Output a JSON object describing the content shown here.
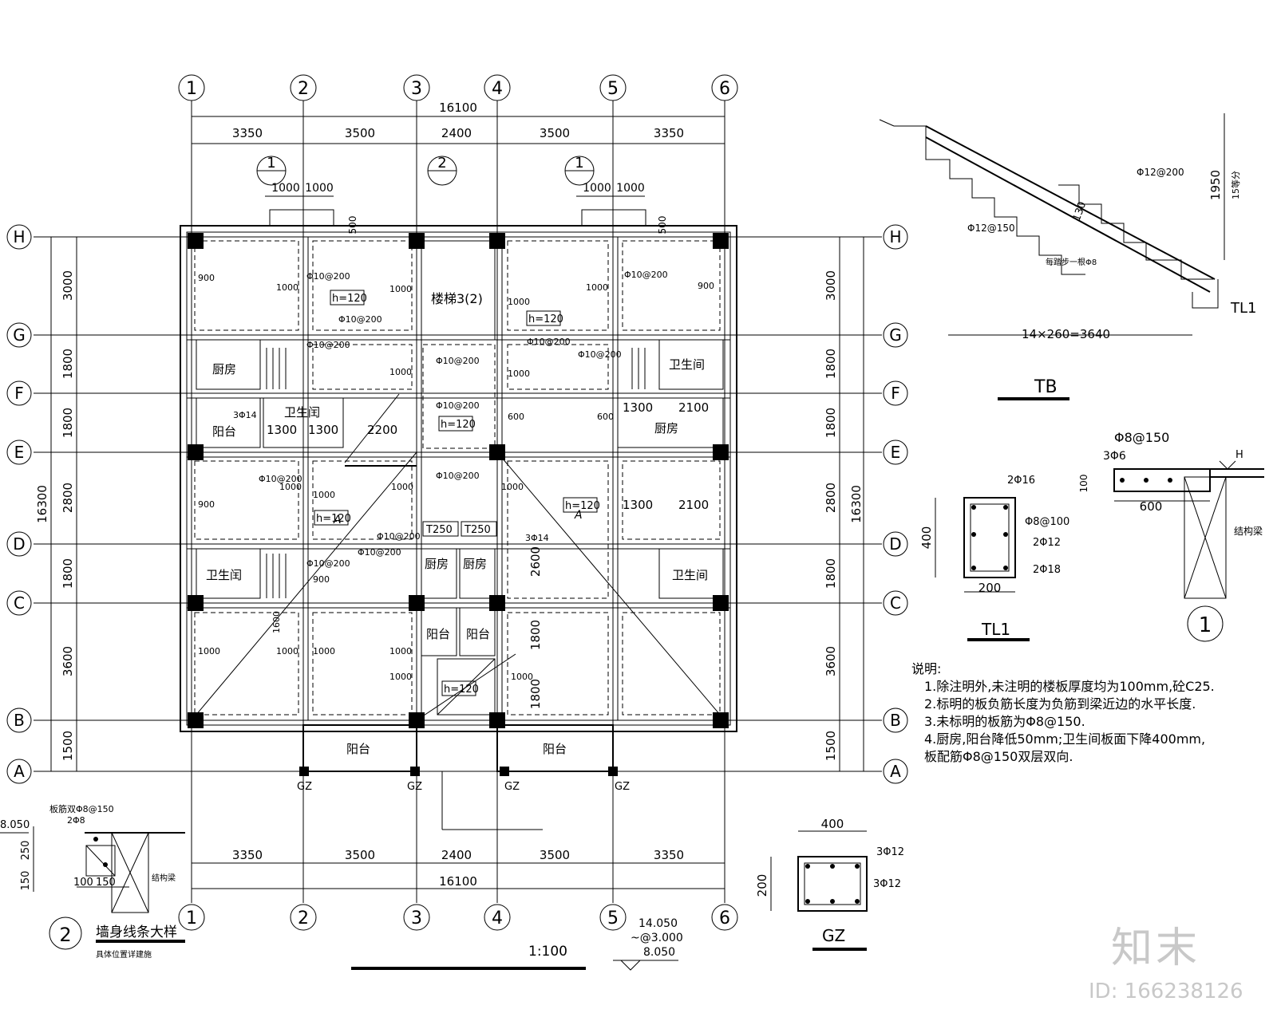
{
  "axes": {
    "numbers": [
      "1",
      "2",
      "3",
      "4",
      "5",
      "6"
    ],
    "letters": [
      "H",
      "G",
      "F",
      "E",
      "D",
      "C",
      "B",
      "A"
    ]
  },
  "dims": {
    "total_x": "16100",
    "x_spans": [
      "3350",
      "3500",
      "2400",
      "3500",
      "3350"
    ],
    "total_y": "16300",
    "y_spans": [
      "3000",
      "1800",
      "1800",
      "2800",
      "1800",
      "3600",
      "1500"
    ],
    "bay_1000": "1000",
    "tick_500": "500"
  },
  "sections": {
    "one": "1",
    "two": "2"
  },
  "rooms": {
    "stair": "楼梯3(2)",
    "kitchen": "厨房",
    "bath": "卫生间",
    "bath_alt": "卫生闰",
    "balcony": "阳台",
    "balcony_alt": "阳台"
  },
  "plan_labels": {
    "h120": "h=120",
    "rebar_200": "Φ10@200",
    "rebar_3d14": "3Φ14",
    "t250": "T250",
    "gz": "GZ",
    "mark_a": "A",
    "d900": "900",
    "d600": "600",
    "d1300": "1300",
    "d2100": "2100",
    "d2200": "2200",
    "d2600": "2600",
    "d1800": "1800",
    "d1600": "1600"
  },
  "stair": {
    "height": "1950",
    "steps_note": "15等分",
    "rebar_top": "Φ12@200",
    "rebar_bottom": "Φ12@150",
    "thickness": "130",
    "dist_note": "每踏步一根Φ8",
    "beam": "TL1",
    "run": "14×260=3640",
    "title": "TB"
  },
  "tl1": {
    "height": "400",
    "width": "200",
    "top_bars": "2Φ16",
    "stirrup": "Φ8@100",
    "mid_bars": "2Φ12",
    "bot_bars": "2Φ18",
    "title": "TL1"
  },
  "detail1": {
    "rebar": "Φ8@150",
    "bars": "3Φ6",
    "depth": "100",
    "length": "600",
    "mark": "H",
    "beam": "结构梁",
    "number": "1"
  },
  "detail2": {
    "level": "8.050",
    "rebar": "板筋双Φ8@150",
    "bars": "2Φ8",
    "d250": "250",
    "d150": "150",
    "d100": "100",
    "beam": "结构梁",
    "title": "墙身线条大样",
    "subtitle": "具体位置详建施",
    "number": "2"
  },
  "gz": {
    "width": "400",
    "height": "200",
    "bars": "3Φ12",
    "title": "GZ"
  },
  "notes": {
    "heading": "说明:",
    "items": [
      "1.除注明外,未注明的楼板厚度均为100mm,砼C25.",
      "2.标明的板负筋长度为负筋到梁近边的水平长度.",
      "3.未标明的板筋为Φ8@150.",
      "4.厨房,阳台降低50mm;卫生间板面下降400mm,",
      "  板配筋Φ8@150双层双向."
    ]
  },
  "footer": {
    "scale": "1:100",
    "levels": [
      "14.050",
      "~@3.000",
      "8.050"
    ]
  },
  "watermark": {
    "brand": "知末",
    "id": "ID: 166238126"
  }
}
